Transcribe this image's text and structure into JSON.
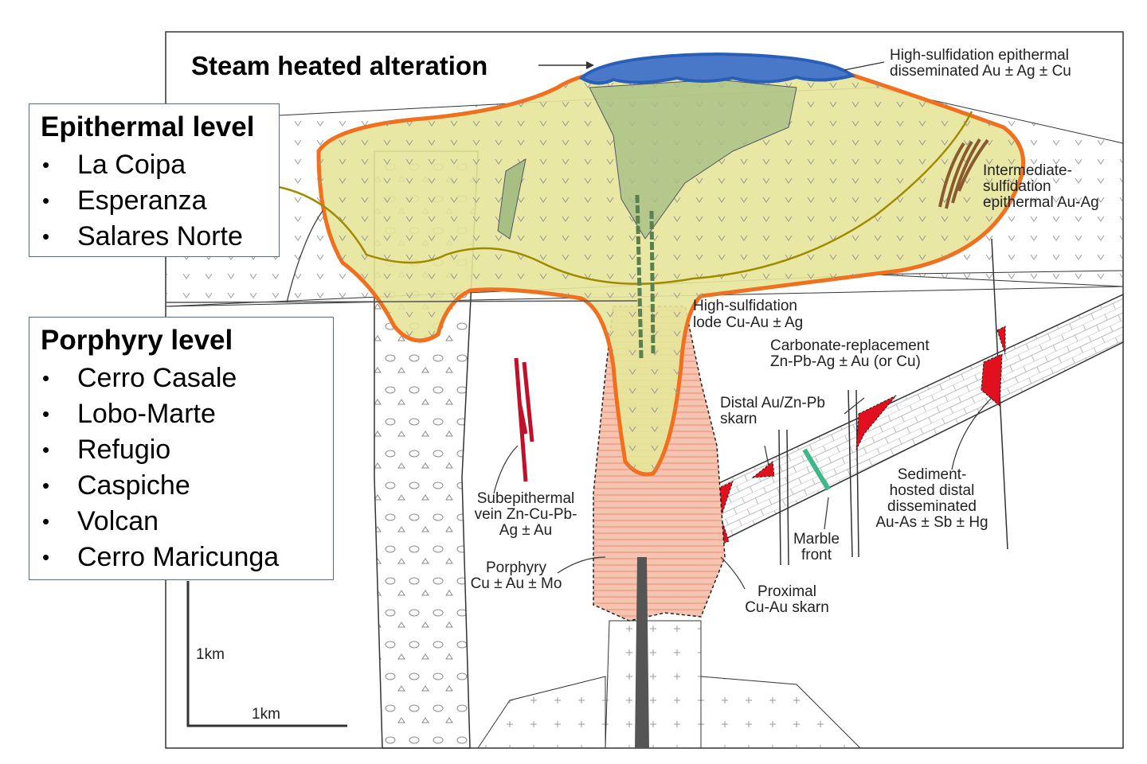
{
  "title": "Steam heated alteration",
  "epithermal": {
    "heading": "Epithermal level",
    "items": [
      "La Coipa",
      "Esperanza",
      "Salares Norte"
    ]
  },
  "porphyry": {
    "heading": "Porphyry level",
    "items": [
      "Cerro Casale",
      "Lobo-Marte",
      "Refugio",
      "Caspiche",
      "Volcan",
      "Cerro Maricunga"
    ]
  },
  "labels": {
    "hs_epi": [
      "High-sulfidation epithermal",
      "disseminated Au ± Ag ± Cu"
    ],
    "is_epi": [
      "Intermediate-",
      "sulfidation",
      "epithermal Au-Ag"
    ],
    "hs_lode": [
      "High-sulfidation",
      "lode Cu-Au ± Ag"
    ],
    "carb": [
      "Carbonate-replacement",
      "Zn-Pb-Ag ± Au (or Cu)"
    ],
    "distal": [
      "Distal Au/Zn-Pb",
      "skarn"
    ],
    "sed": [
      "Sediment-",
      "hosted distal",
      "disseminated",
      "Au-As ± Sb ± Hg"
    ],
    "subepi": [
      "Subepithermal",
      "vein Zn-Cu-Pb-",
      "Ag ± Au"
    ],
    "porph": [
      "Porphyry",
      "Cu ± Au ± Mo"
    ],
    "marble": [
      "Marble",
      "front"
    ],
    "proximal": [
      "Proximal",
      "Cu-Au skarn"
    ]
  },
  "scale": {
    "vertical": "1km",
    "horizontal": "1km"
  },
  "colors": {
    "alteration": "#e6e69a",
    "outline": "#f07020",
    "steam": "#3a6fc0",
    "porphyry": "#f6c4b0",
    "skarn": "#e0101e",
    "green": "#a8bf84"
  }
}
